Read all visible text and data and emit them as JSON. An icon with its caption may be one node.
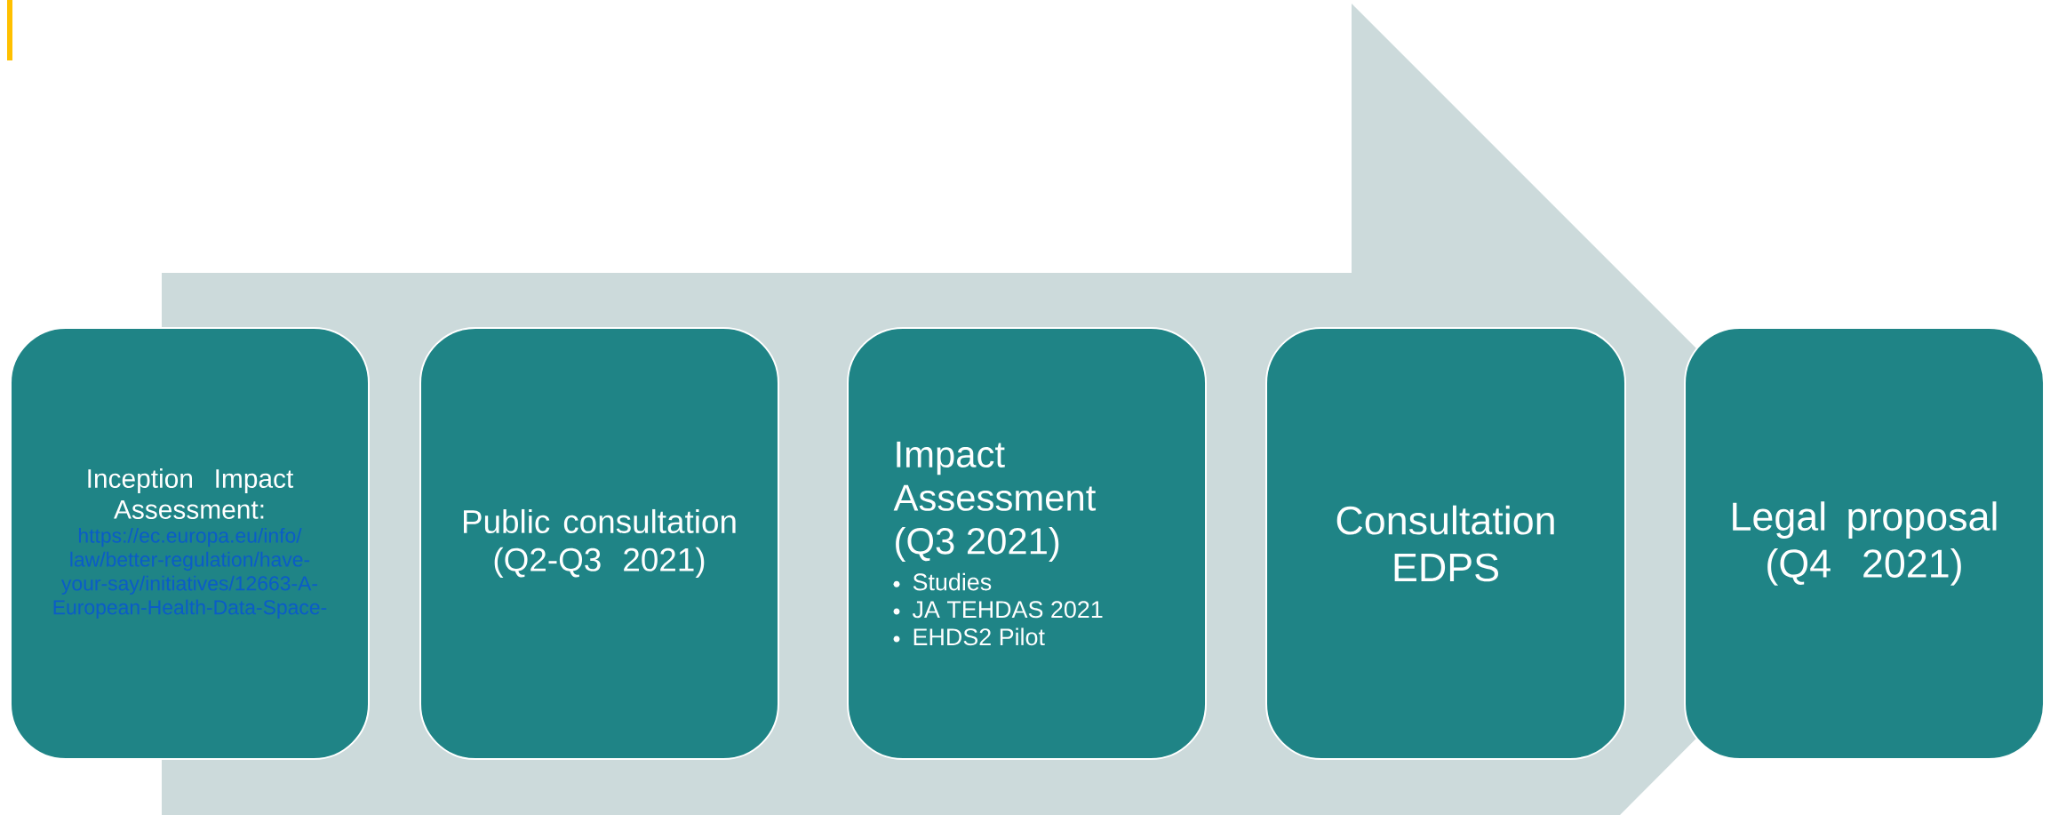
{
  "diagram": {
    "nodes": [
      {
        "text": [
          "Inception Impact Assessment:",
          "https://ec.europa.eu/info/law/better-regulation/have-your-say/initiatives/12663-A-European-Health-Data-Space-"
        ]
      },
      {
        "text": [
          "Public consultation (Q2-Q3 2021)"
        ]
      },
      {
        "text": [
          "Impact Assessment (Q3 2021)",
          "Studies",
          "JA TEHDAS 2021",
          "EHDS2 Pilot"
        ]
      },
      {
        "text": [
          "Consultation EDPS"
        ]
      },
      {
        "text": [
          "Legal proposal (Q4 2021)"
        ]
      }
    ]
  }
}
